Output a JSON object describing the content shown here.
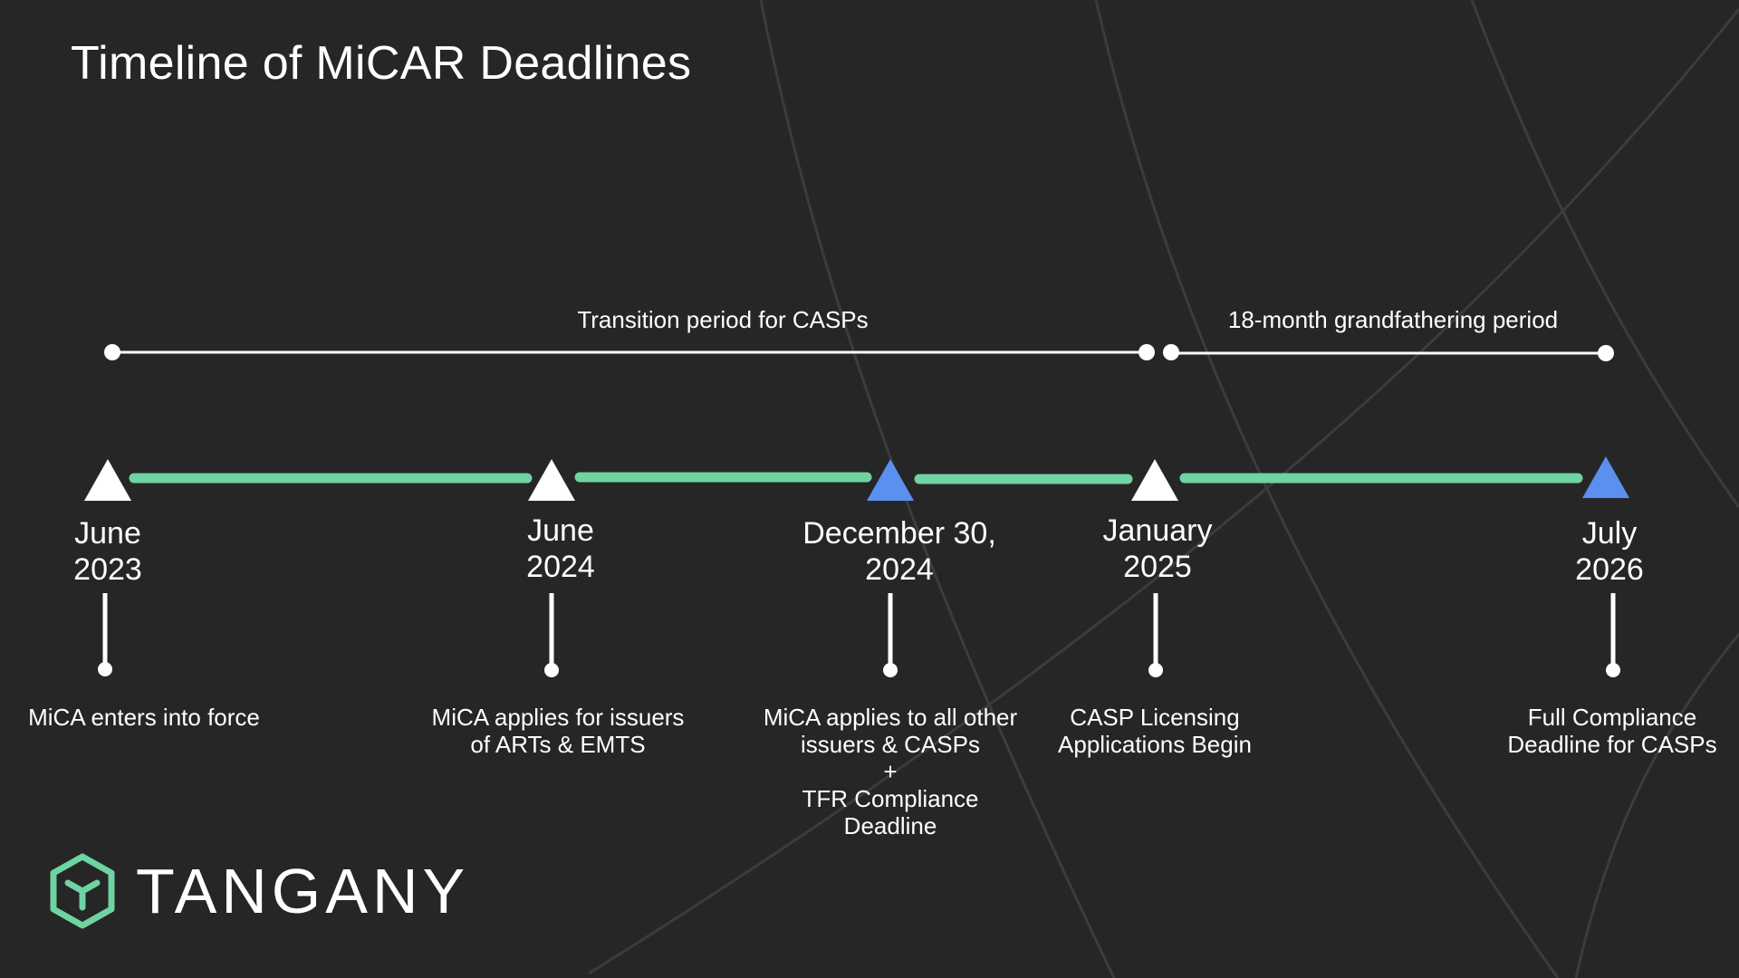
{
  "title": "Timeline of MiCAR Deadlines",
  "colors": {
    "background": "#262627",
    "connector": "#6fd3a2",
    "milestone_white": "#ffffff",
    "milestone_blue": "#5b8ff0",
    "brand": "#6fd3a2"
  },
  "periods": [
    {
      "label": "Transition period for CASPs"
    },
    {
      "label": "18-month grandfathering period"
    }
  ],
  "milestones": [
    {
      "date_line1": "June",
      "date_line2": "2023",
      "marker": "white",
      "description": [
        "MiCA enters into force"
      ]
    },
    {
      "date_line1": "June",
      "date_line2": "2024",
      "marker": "white",
      "description": [
        "MiCA applies for issuers",
        "of ARTs & EMTS"
      ]
    },
    {
      "date_line1": "December 30,",
      "date_line2": "2024",
      "marker": "blue",
      "description": [
        "MiCA applies to all other",
        "issuers & CASPs",
        "+",
        "TFR Compliance",
        "Deadline"
      ]
    },
    {
      "date_line1": "January",
      "date_line2": "2025",
      "marker": "white",
      "description": [
        "CASP Licensing",
        "Applications Begin"
      ]
    },
    {
      "date_line1": "July",
      "date_line2": "2026",
      "marker": "blue",
      "description": [
        "Full Compliance",
        "Deadline for CASPs"
      ]
    }
  ],
  "logo": {
    "name": "TANGANY",
    "icon": "tangany-hexagon-icon"
  }
}
